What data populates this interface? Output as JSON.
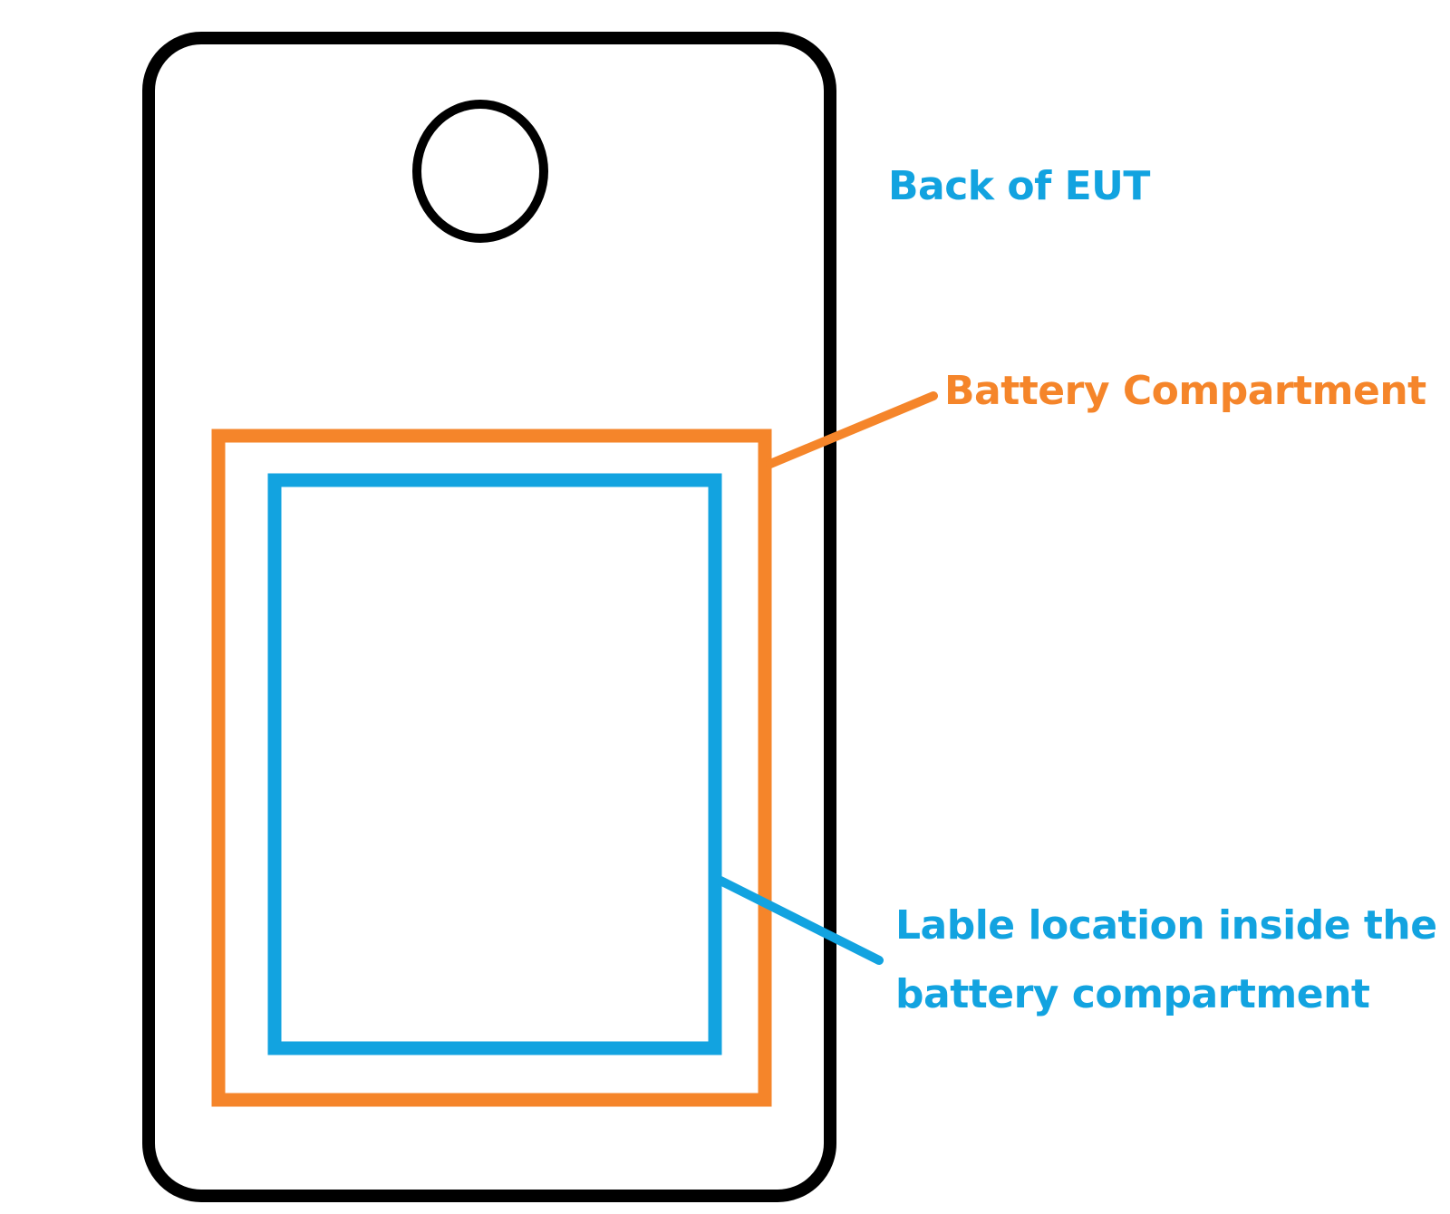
{
  "labels": {
    "back_of_eut": "Back of EUT",
    "battery_compartment": "Battery Compartment",
    "label_location_line1": "Lable location inside the",
    "label_location_line2": "battery compartment"
  },
  "colors": {
    "device_outline": "#000000",
    "battery_compartment": "#F5852A",
    "label_location": "#12A3E0",
    "background": "#FFFFFF"
  }
}
